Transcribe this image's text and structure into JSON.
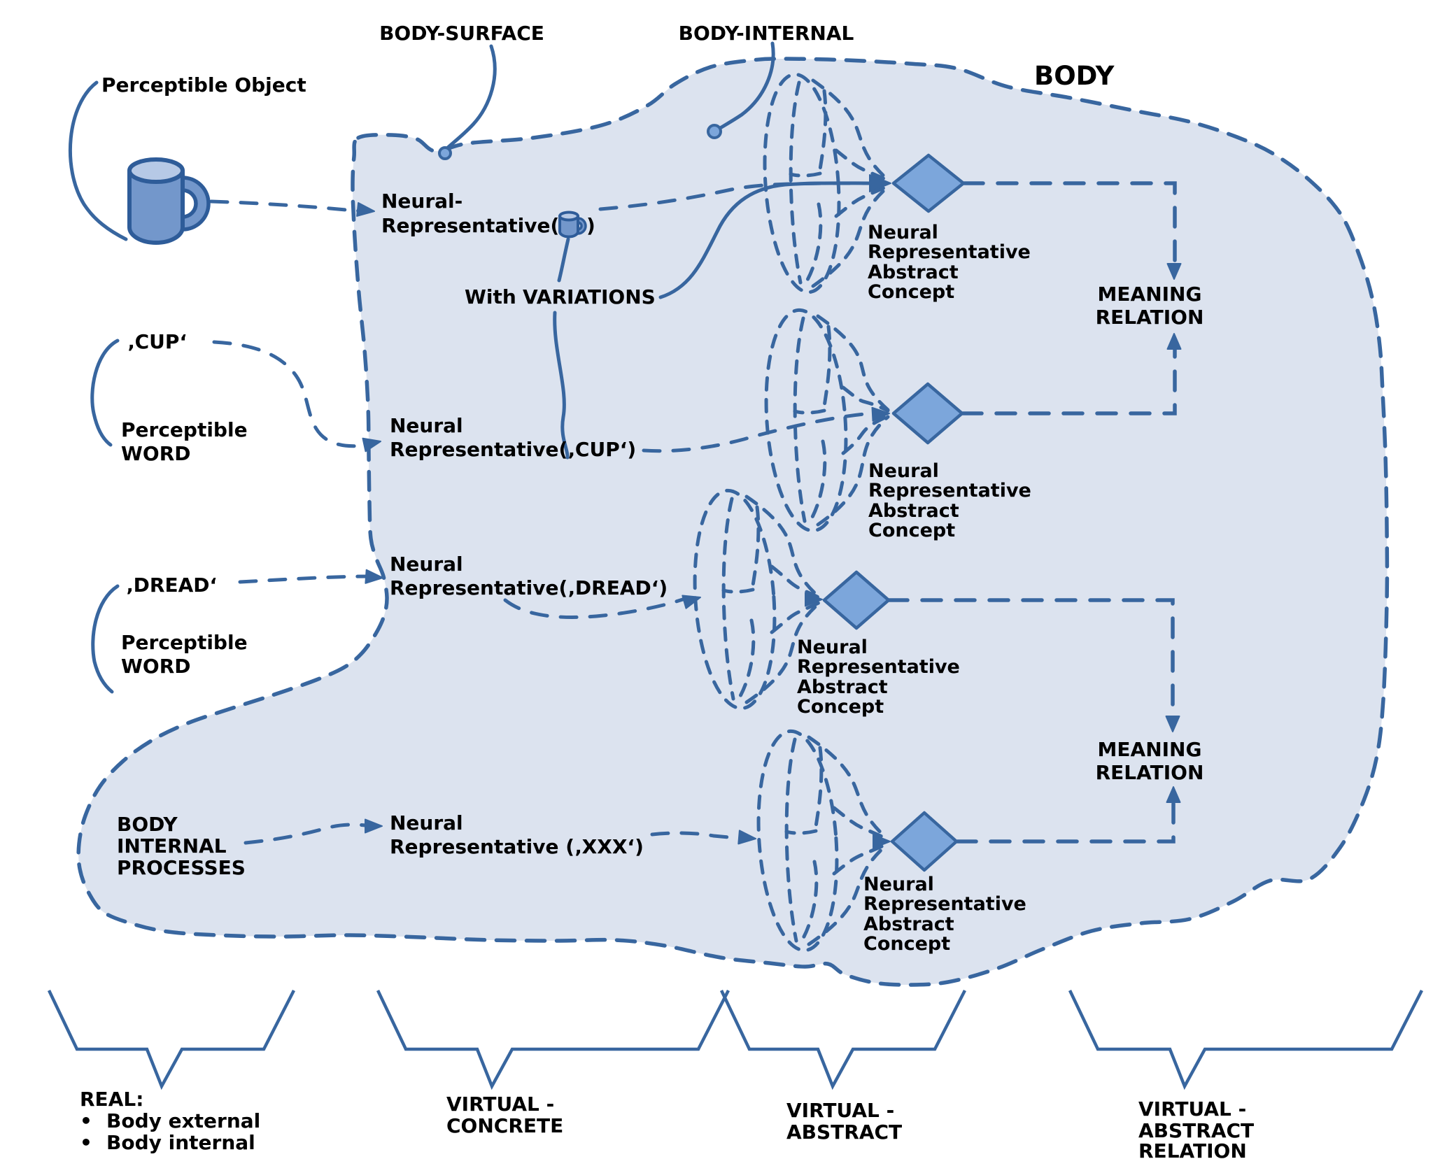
{
  "colors": {
    "line": "#38669F",
    "blob_fill": "#DCE3EF",
    "diamond_fill": "#7CA6DB",
    "mug_body": "#7397CB",
    "mug_highlight": "#B6C9E6",
    "mug_outline": "#2E5C99",
    "text": "#000000",
    "background": "#FFFFFF"
  },
  "body": {
    "label": "BODY",
    "surface_label": "BODY-SURFACE",
    "internal_label": "BODY-INTERNAL"
  },
  "inputs": {
    "object_label": "Perceptible Object",
    "cup_word": "‚CUP‘",
    "dread_word": "‚DREAD‘",
    "perceptible": "Perceptible",
    "word": "WORD",
    "body_internal_processes": [
      "BODY",
      "INTERNAL",
      "PROCESSES"
    ]
  },
  "representatives": {
    "object_line1": "Neural-",
    "object_line2_open": "Representative(",
    "object_line2_close": ")",
    "variations_word1": "With",
    "variations_word2": "VARIATIONS",
    "cup_line1": "Neural",
    "cup_line2": "Representative(‚CUP‘)",
    "dread_line1": "Neural",
    "dread_line2": "Representative(‚DREAD‘)",
    "xxx_line1": "Neural",
    "xxx_line2": "Representative (‚XXX‘)"
  },
  "abstract_concept": [
    "Neural",
    "Representative",
    "Abstract",
    "Concept"
  ],
  "meaning_relation": [
    "MEANING",
    "RELATION"
  ],
  "legend": {
    "bullet": "•",
    "real_title": "REAL:",
    "real_items": [
      "Body external",
      "Body internal"
    ],
    "virtual_concrete": [
      "VIRTUAL -",
      "CONCRETE"
    ],
    "virtual_abstract": [
      "VIRTUAL -",
      "ABSTRACT"
    ],
    "virtual_abstract_relation": [
      "VIRTUAL -",
      "ABSTRACT",
      "RELATION"
    ]
  }
}
